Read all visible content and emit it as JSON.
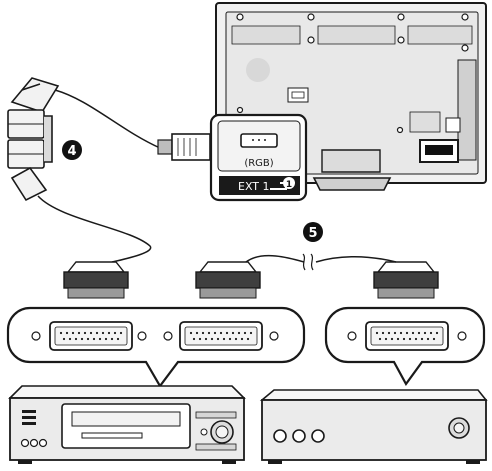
{
  "port_panel": {
    "rgb_label": "(RGB)",
    "ext_label": "EXT 1",
    "ext_number": "1"
  },
  "step_badges": [
    "4",
    "5"
  ],
  "colors": {
    "outline": "#1a1a1a",
    "device_fill": "#e9e9e9",
    "connector_fill": "#4a4a4a",
    "badge_fill": "#111111",
    "ext_bar": "#1a1a1a"
  },
  "icons": [
    "tv-back-panel-icon",
    "scart-adapter-icon",
    "scart-plug-icon",
    "vcr-icon",
    "av-receiver-icon"
  ]
}
